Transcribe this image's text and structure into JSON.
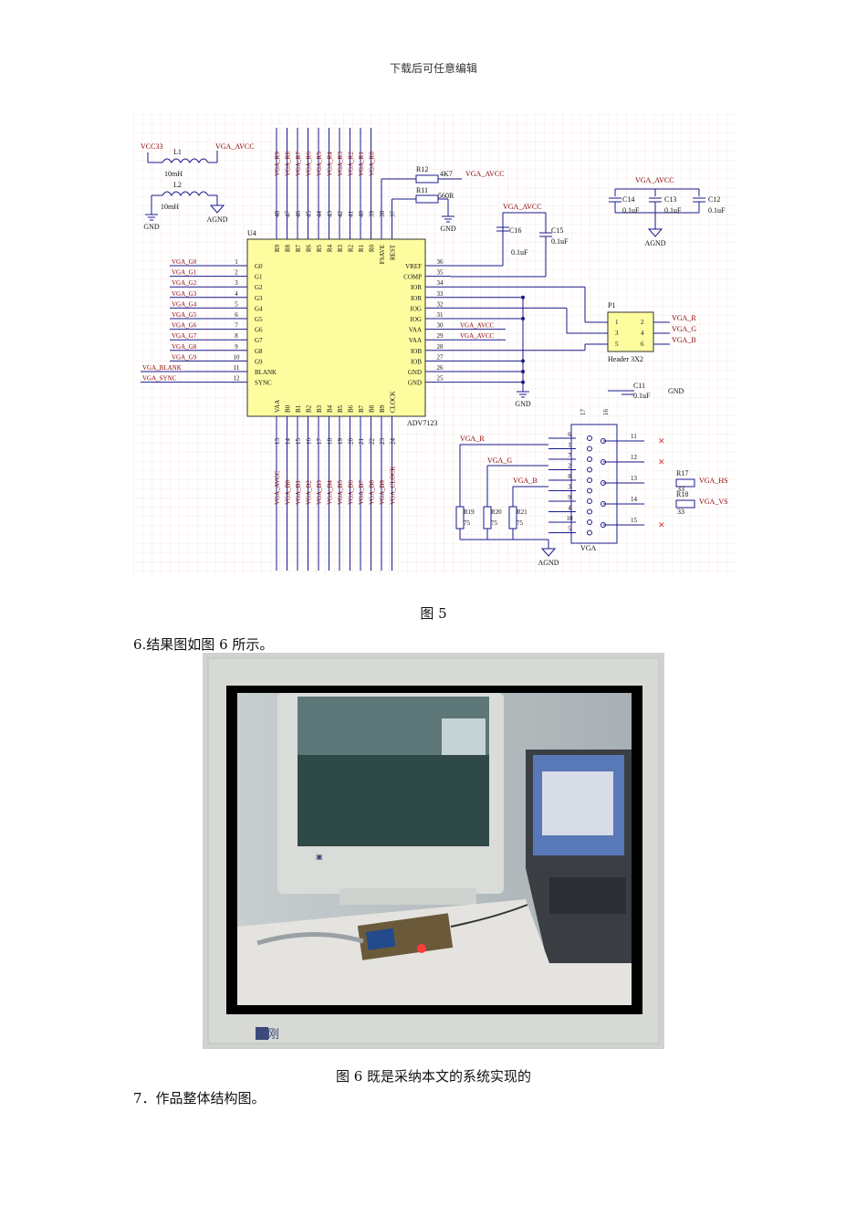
{
  "page_header": "下载后可任意编辑",
  "figure5": {
    "caption": "图 5",
    "chip": {
      "ref": "U4",
      "part": "ADV7123",
      "top_pins": [
        {
          "num": "48",
          "name": "R9"
        },
        {
          "num": "47",
          "name": "R8"
        },
        {
          "num": "46",
          "name": "R7"
        },
        {
          "num": "45",
          "name": "R6"
        },
        {
          "num": "44",
          "name": "R5"
        },
        {
          "num": "43",
          "name": "R4"
        },
        {
          "num": "42",
          "name": "R3"
        },
        {
          "num": "41",
          "name": "R2"
        },
        {
          "num": "40",
          "name": "R1"
        },
        {
          "num": "39",
          "name": "R0"
        },
        {
          "num": "38",
          "name": "FSAVE"
        },
        {
          "num": "37",
          "name": "REST"
        }
      ],
      "top_nets": [
        "VGA_R9",
        "VGA_R8",
        "VGA_R7",
        "VGA_R6",
        "VGA_R5",
        "VGA_R4",
        "VGA_R3",
        "VGA_R2",
        "VGA_R1",
        "VGA_R0"
      ],
      "left_pins": [
        {
          "num": "1",
          "name": "G0",
          "net": "VGA_G0"
        },
        {
          "num": "2",
          "name": "G1",
          "net": "VGA_G1"
        },
        {
          "num": "3",
          "name": "G2",
          "net": "VGA_G2"
        },
        {
          "num": "4",
          "name": "G3",
          "net": "VGA_G3"
        },
        {
          "num": "5",
          "name": "G4",
          "net": "VGA_G4"
        },
        {
          "num": "6",
          "name": "G5",
          "net": "VGA_G5"
        },
        {
          "num": "7",
          "name": "G6",
          "net": "VGA_G6"
        },
        {
          "num": "8",
          "name": "G7",
          "net": "VGA_G7"
        },
        {
          "num": "9",
          "name": "G8",
          "net": "VGA_G8"
        },
        {
          "num": "10",
          "name": "G9",
          "net": "VGA_G9"
        },
        {
          "num": "11",
          "name": "BLANK",
          "net": "VGA_BLANK"
        },
        {
          "num": "12",
          "name": "SYNC",
          "net": "VGA_SYNC"
        }
      ],
      "right_pins": [
        {
          "num": "36",
          "name": "VREF"
        },
        {
          "num": "35",
          "name": "COMP"
        },
        {
          "num": "34",
          "name": "IOR"
        },
        {
          "num": "33",
          "name": "IOR"
        },
        {
          "num": "32",
          "name": "IOG"
        },
        {
          "num": "31",
          "name": "IOG"
        },
        {
          "num": "30",
          "name": "VAA",
          "net": "VGA_AVCC"
        },
        {
          "num": "29",
          "name": "VAA",
          "net": "VGA_AVCC"
        },
        {
          "num": "28",
          "name": "IOB"
        },
        {
          "num": "27",
          "name": "IOB"
        },
        {
          "num": "26",
          "name": "GND"
        },
        {
          "num": "25",
          "name": "GND"
        }
      ],
      "bottom_pins": [
        {
          "num": "13",
          "name": "VAA"
        },
        {
          "num": "14",
          "name": "B0"
        },
        {
          "num": "15",
          "name": "B1"
        },
        {
          "num": "16",
          "name": "B2"
        },
        {
          "num": "17",
          "name": "B3"
        },
        {
          "num": "18",
          "name": "B4"
        },
        {
          "num": "19",
          "name": "B5"
        },
        {
          "num": "20",
          "name": "B6"
        },
        {
          "num": "21",
          "name": "B7"
        },
        {
          "num": "22",
          "name": "B8"
        },
        {
          "num": "23",
          "name": "B9"
        },
        {
          "num": "24",
          "name": "CLOCK"
        }
      ],
      "bottom_nets": [
        "VGA_AVCC",
        "VGA_B0",
        "VGA_B1",
        "VGA_B2",
        "VGA_B3",
        "VGA_B4",
        "VGA_B5",
        "VGA_B6",
        "VGA_B7",
        "VGA_B8",
        "VGA_B9",
        "VGA_CLOCK"
      ]
    },
    "inductors": {
      "vcc33": "VCC33",
      "l1": "L1",
      "l1_val": "10mH",
      "vga_avcc": "VGA_AVCC",
      "l2": "L2",
      "l2_val": "10mH",
      "gnd": "GND",
      "agnd": "AGND"
    },
    "resistors_top": {
      "r12": "R12",
      "r12_val": "4K7",
      "r12_net": "VGA_AVCC",
      "r11": "R11",
      "r11_val": "560R",
      "gnd": "GND"
    },
    "caps_vref": {
      "net": "VGA_AVCC",
      "c16": "C16",
      "c16_val": "0.1uF",
      "c15": "C15",
      "c15_val": "0.1uF"
    },
    "caps_decoupling": {
      "net": "VGA_AVCC",
      "c14": "C14",
      "c14_val": "0.1uF",
      "c13": "C13",
      "c13_val": "0.1uF",
      "c12": "C12",
      "c12_val": "0.1uF",
      "agnd": "AGND"
    },
    "header": {
      "ref": "P1",
      "part": "Header 3X2",
      "pins": [
        "1",
        "2",
        "3",
        "4",
        "5",
        "6"
      ],
      "nets": [
        "VGA_R",
        "VGA_G",
        "VGA_B"
      ]
    },
    "c11": {
      "ref": "C11",
      "val": "0.1uF",
      "net": "GND"
    },
    "gnd_main": "GND",
    "vga_connector": {
      "label": "VGA",
      "top_pins": [
        "17",
        "16"
      ],
      "left_pins": [
        "6",
        "1",
        "7",
        "2",
        "8",
        "3",
        "9",
        "4",
        "10",
        "5"
      ],
      "right_pins": [
        "11",
        "12",
        "13",
        "14",
        "15"
      ],
      "nets_left": [
        "VGA_R",
        "VGA_G",
        "VGA_B"
      ],
      "r17": "R17",
      "r17_val": "33",
      "r17_net": "VGA_HS",
      "r18": "R18",
      "r18_val": "33",
      "r18_net": "VGA_VS",
      "r19": "R19",
      "r19_val": "75",
      "r20": "R20",
      "r20_val": "75",
      "r21": "R21",
      "r21_val": "75",
      "agnd": "AGND"
    }
  },
  "para6": "6.结果图如图 6 所示。",
  "figure6": {
    "caption": "图 6 既是采纳本文的系统实现的",
    "monitor_brand": "清刚"
  },
  "para7": "7．作品整体结构图。",
  "colors": {
    "chip_fill": "#fdfda0",
    "wire": "#1a1a8c",
    "net": "#8b0000",
    "grid": "#f3c9c9"
  }
}
